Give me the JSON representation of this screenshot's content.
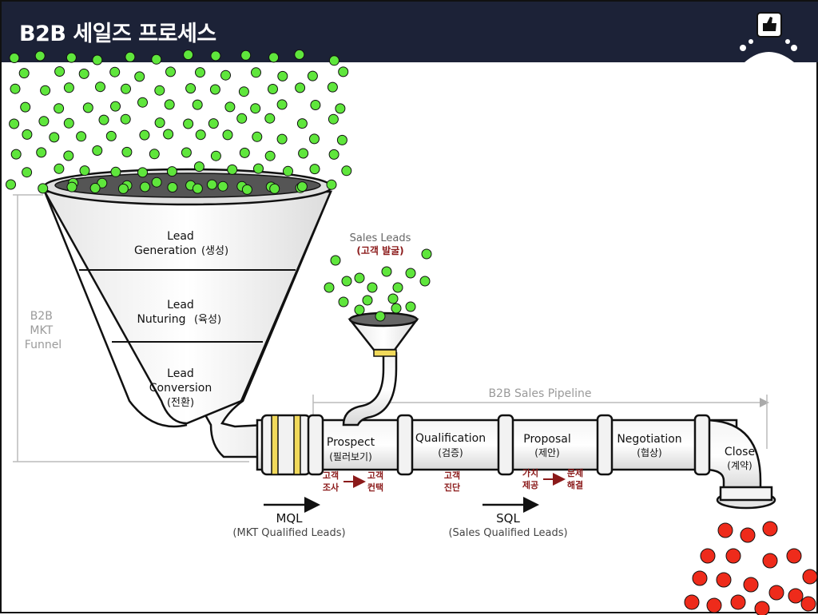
{
  "header": {
    "title": "B2B 세일즈 프로세스",
    "logo_icon": "thumbs-up-network-icon"
  },
  "funnel": {
    "side_label": [
      "B2B",
      "MKT",
      "Funnel"
    ],
    "stages": [
      {
        "lines": [
          "Lead",
          "Generation"
        ],
        "korean": "(생성)"
      },
      {
        "lines": [
          "Lead",
          "Nuturing"
        ],
        "korean": "(육성)"
      },
      {
        "lines": [
          "Lead",
          "Conversion"
        ],
        "korean": "(전환)"
      }
    ]
  },
  "small_funnel": {
    "label": "Sales Leads",
    "korean": "(고객 발굴)"
  },
  "pipeline": {
    "label": "B2B Sales Pipeline",
    "stages": [
      {
        "name": "Prospect",
        "korean": "(필러보기)"
      },
      {
        "name": "Qualification",
        "korean": "(검증)"
      },
      {
        "name": "Proposal",
        "korean": "(제안)"
      },
      {
        "name": "Negotiation",
        "korean": "(협상)"
      },
      {
        "name": "Close",
        "korean": "(계약)"
      }
    ],
    "activities": {
      "prospect_from": [
        "고객",
        "조사"
      ],
      "prospect_to": [
        "고객",
        "컨택"
      ],
      "qualification": [
        "고객",
        "진단"
      ],
      "proposal_from": [
        "가치",
        "제공"
      ],
      "proposal_to": [
        "문제",
        "해결"
      ]
    }
  },
  "mql": {
    "label": "MQL",
    "sub": "(MKT Qualified Leads)"
  },
  "sql": {
    "label": "SQL",
    "sub": "(Sales Qualified Leads)"
  },
  "colors": {
    "header_bg": "#1c2237",
    "green_dot": "#5fe63c",
    "red_dot": "#ee2b1b",
    "accent_text": "#8b1a1a",
    "band_yellow": "#f1d95a",
    "gray_text": "#9a9a9a"
  }
}
